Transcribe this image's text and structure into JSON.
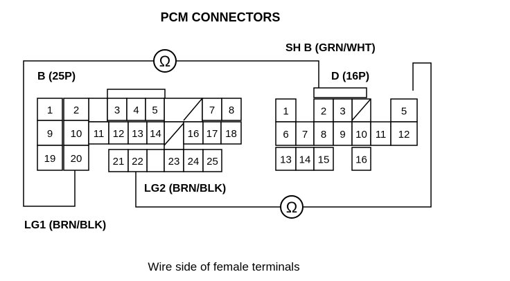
{
  "title": "PCM CONNECTORS",
  "connector_b": {
    "label": "B (25P)",
    "terminals": [
      "1",
      "2",
      "3",
      "4",
      "5",
      "7",
      "8",
      "9",
      "10",
      "11",
      "12",
      "13",
      "14",
      "16",
      "17",
      "18",
      "19",
      "20",
      "21",
      "22",
      "23",
      "24",
      "25"
    ]
  },
  "connector_d": {
    "label": "D (16P)",
    "terminals": [
      "1",
      "2",
      "3",
      "5",
      "6",
      "7",
      "8",
      "9",
      "10",
      "11",
      "12",
      "13",
      "14",
      "15",
      "16"
    ]
  },
  "wires": {
    "sh_b": "SH B (GRN/WHT)",
    "lg1": "LG1 (BRN/BLK)",
    "lg2": "LG2 (BRN/BLK)"
  },
  "meter_symbol": "Ω",
  "caption": "Wire side of female terminals"
}
